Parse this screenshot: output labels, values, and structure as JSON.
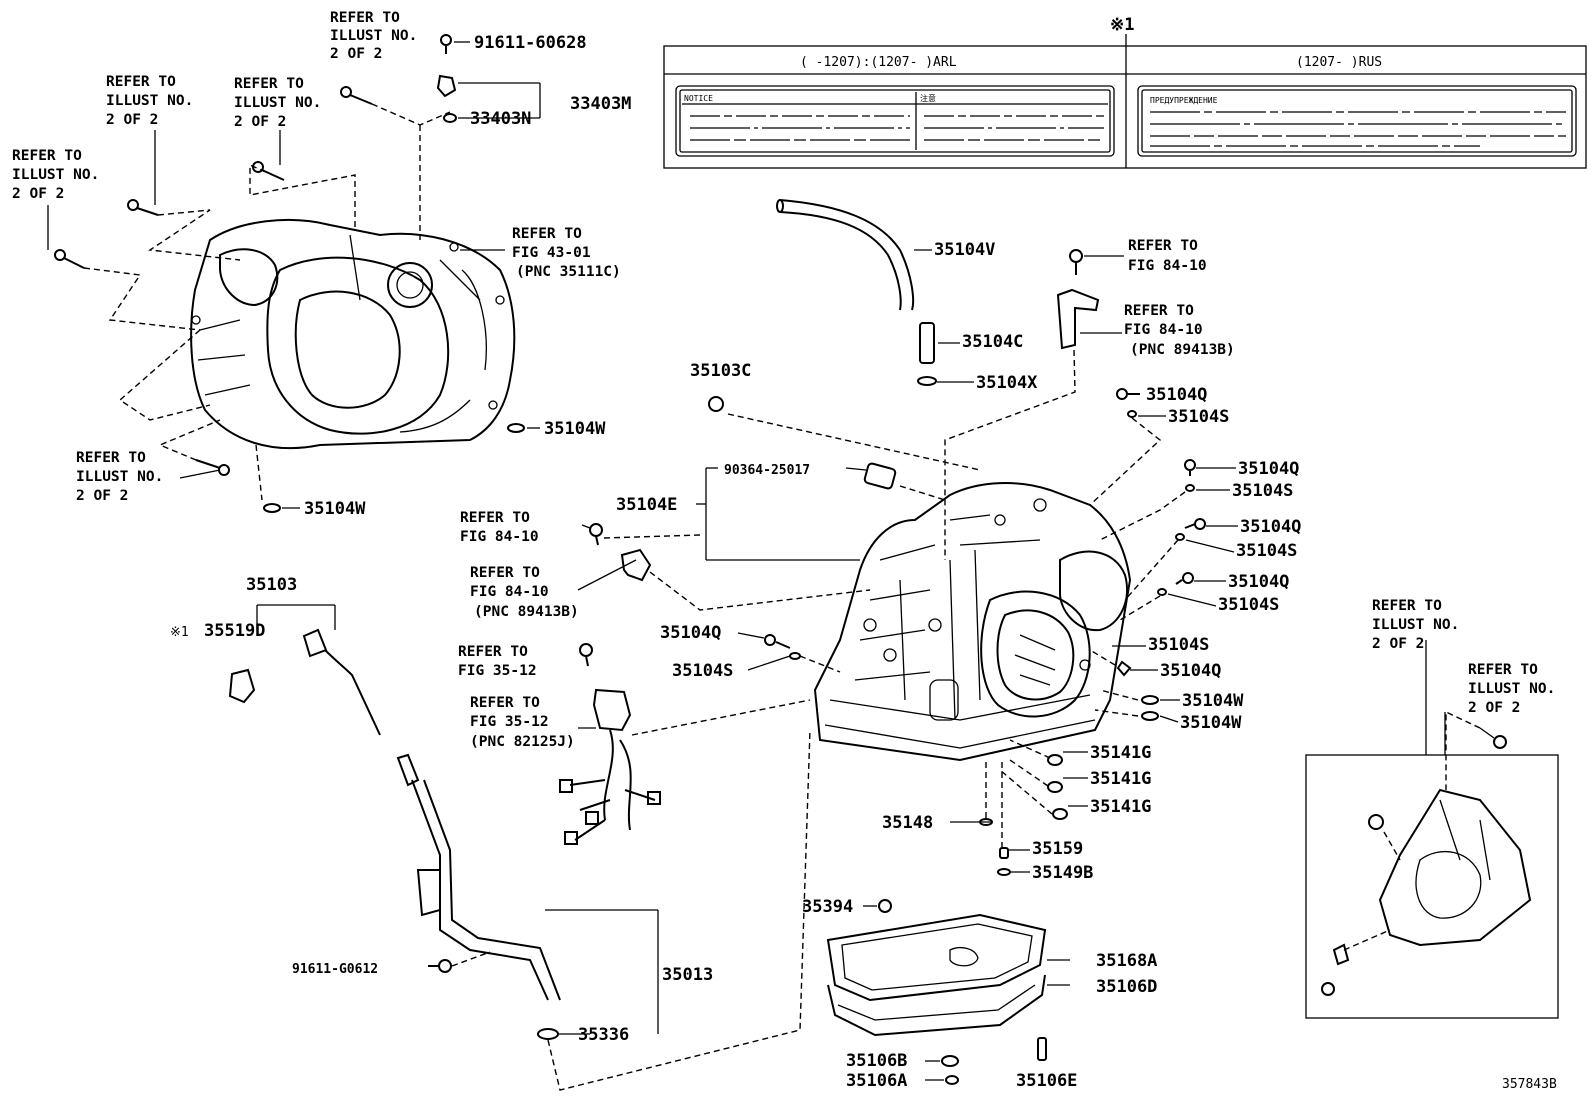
{
  "parts": {
    "p91611_60628": "91611-60628",
    "p33403M": "33403M",
    "p33403N": "33403N",
    "p35104V": "35104V",
    "p35104C": "35104C",
    "p35104X": "35104X",
    "p35103C": "35103C",
    "p35104Q_a": "35104Q",
    "p35104S_a": "35104S",
    "p35104Q_b": "35104Q",
    "p35104S_b": "35104S",
    "p35104Q_c": "35104Q",
    "p35104S_c": "35104S",
    "p35104Q_d": "35104Q",
    "p35104S_d": "35104S",
    "p35104S_e": "35104S",
    "p35104Q_e": "35104Q",
    "p35104W_a": "35104W",
    "p35104W_b": "35104W",
    "p35104W_c": "35104W",
    "p35104W_d": "35104W",
    "p90364_25017": "90364-25017",
    "p35104E": "35104E",
    "p35103": "35103",
    "p35519D": "35519D",
    "p35104Q_f": "35104Q",
    "p35104S_f": "35104S",
    "p35141G_a": "35141G",
    "p35141G_b": "35141G",
    "p35141G_c": "35141G",
    "p35148": "35148",
    "p35159": "35159",
    "p35149B": "35149B",
    "p35394": "35394",
    "p35168A": "35168A",
    "p35106D": "35106D",
    "p35013": "35013",
    "p91611_G0612": "91611-G0612",
    "p35336": "35336",
    "p35106B": "35106B",
    "p35106A": "35106A",
    "p35106E": "35106E"
  },
  "refs": {
    "refer_to": "REFER TO",
    "illust_no": "ILLUST NO.",
    "two_of_two": "2 OF 2",
    "fig_43_01": "FIG 43-01",
    "pnc_35111c": "(PNC 35111C)",
    "fig_84_10": "FIG 84-10",
    "pnc_89413b": "(PNC 89413B)",
    "fig_35_12": "FIG 35-12",
    "pnc_82125j": "(PNC 82125J)"
  },
  "notes": {
    "mark_1": "※1",
    "mark_1_small": "※1"
  },
  "label_table": {
    "col1_header": "(    -1207):(1207-    )ARL",
    "col2_header": "(1207-    )RUS",
    "notice": "NOTICE",
    "warning_jp": "注意",
    "warning_ru": "ПРЕДУПРЕЖДЕНИЕ"
  },
  "diagram_id": "357843B"
}
